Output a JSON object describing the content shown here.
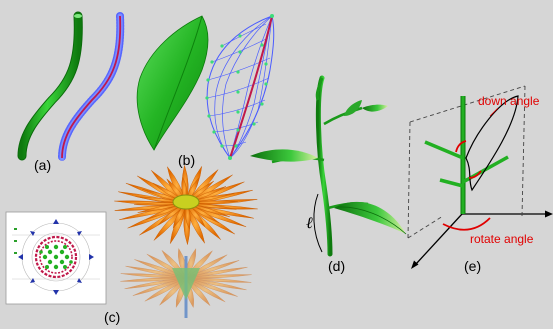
{
  "panels": {
    "a": {
      "label": "(a)"
    },
    "b": {
      "label": "(b)"
    },
    "c": {
      "label": "(c)"
    },
    "d": {
      "label": "(d)",
      "length_symbol": "ℓ"
    },
    "e": {
      "label": "(e)",
      "down_angle_label": "down angle",
      "rotate_angle_label": "rotate angle"
    }
  },
  "colors": {
    "background": "#d6d6d6",
    "stem_green": "#22b022",
    "leaf_green": "#2fbf2f",
    "wire_blue": "#4a5cff",
    "midrib_red": "#c0194a",
    "petal_orange": "#f07a10",
    "annotation_red": "#e10000"
  }
}
